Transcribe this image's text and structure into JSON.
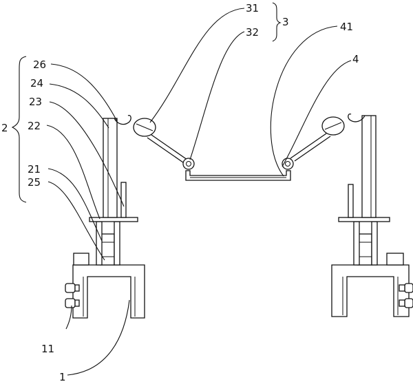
{
  "labels": {
    "l26": "26",
    "l24": "24",
    "l23": "23",
    "l22": "22",
    "l21": "21",
    "l25": "25",
    "l2": "2",
    "l31": "31",
    "l32": "32",
    "l3": "3",
    "l41": "41",
    "l4": "4",
    "l11": "11",
    "l1": "1"
  }
}
